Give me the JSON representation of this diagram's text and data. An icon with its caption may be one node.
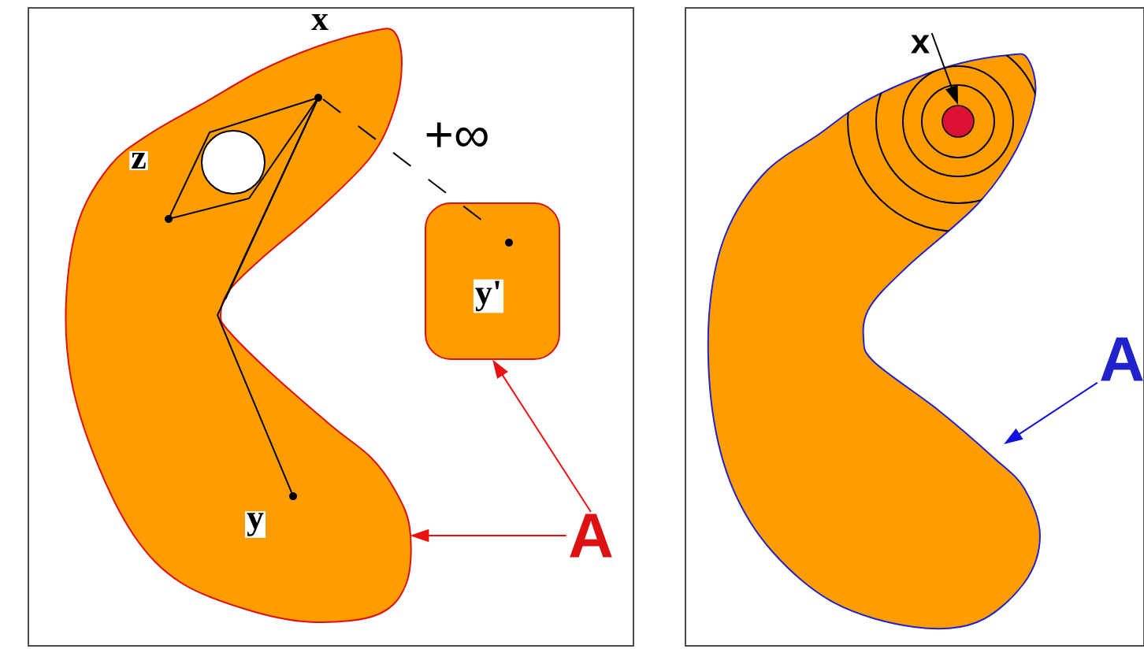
{
  "diagram": {
    "nodes": [
      {
        "text": [],
        "shape": "box"
      },
      {
        "text": [],
        "shape": "blob",
        "in": 0
      },
      {
        "text": [
          "y'"
        ],
        "in": 0
      },
      {
        "text": [
          "A"
        ],
        "in": 0
      },
      {
        "text": [],
        "shape": "box"
      },
      {
        "text": [],
        "shape": "blob",
        "in": 4
      },
      {
        "text": [
          "A"
        ],
        "in": 4
      },
      {
        "text": [
          "x"
        ],
        "in": 4
      },
      {
        "text": [],
        "shape": "circle",
        "in": 5
      }
    ],
    "edges": [
      {
        "from": 3,
        "to": 1,
        "arrow": "to",
        "color": "#ee1111"
      },
      {
        "from": 3,
        "to": 2,
        "arrow": "to",
        "color": "#ee1111"
      },
      {
        "from": 6,
        "to": 5,
        "arrow": "to",
        "color": "#1111dd"
      },
      {
        "from": 7,
        "to": 8,
        "arrow": "to",
        "color": "#000000"
      }
    ],
    "labels": [
      "x",
      "z",
      "+∞",
      "y"
    ]
  }
}
